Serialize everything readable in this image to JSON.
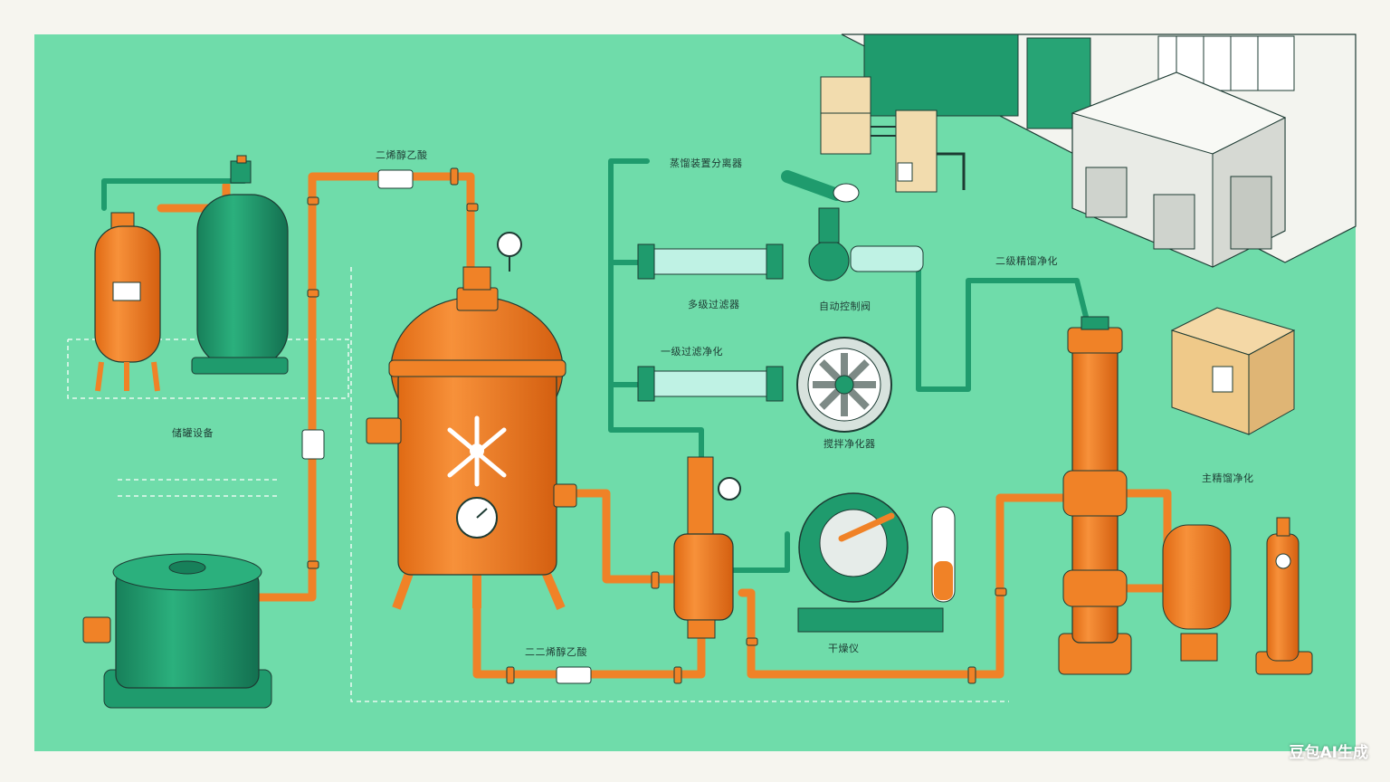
{
  "labels": {
    "top_pipe": "二烯醇乙酸",
    "tank_unit": "储罐设备",
    "top_mid": "蒸馏装置分离器",
    "filter_upper": "多级过滤器",
    "valve_upper": "自动控制阀",
    "filter_lower": "一级过滤净化",
    "fan_unit": "搅拌净化器",
    "bottom_pipe": "二二烯醇乙酸",
    "dryer": "干燥仪",
    "right_top": "二级精馏净化",
    "right_mid": "主精馏净化"
  },
  "watermark": "豆包AI生成",
  "colors": {
    "background": "#6fdcaa",
    "orange": "#f08227",
    "teal": "#1f9b6d",
    "outline": "#1d3b33"
  }
}
